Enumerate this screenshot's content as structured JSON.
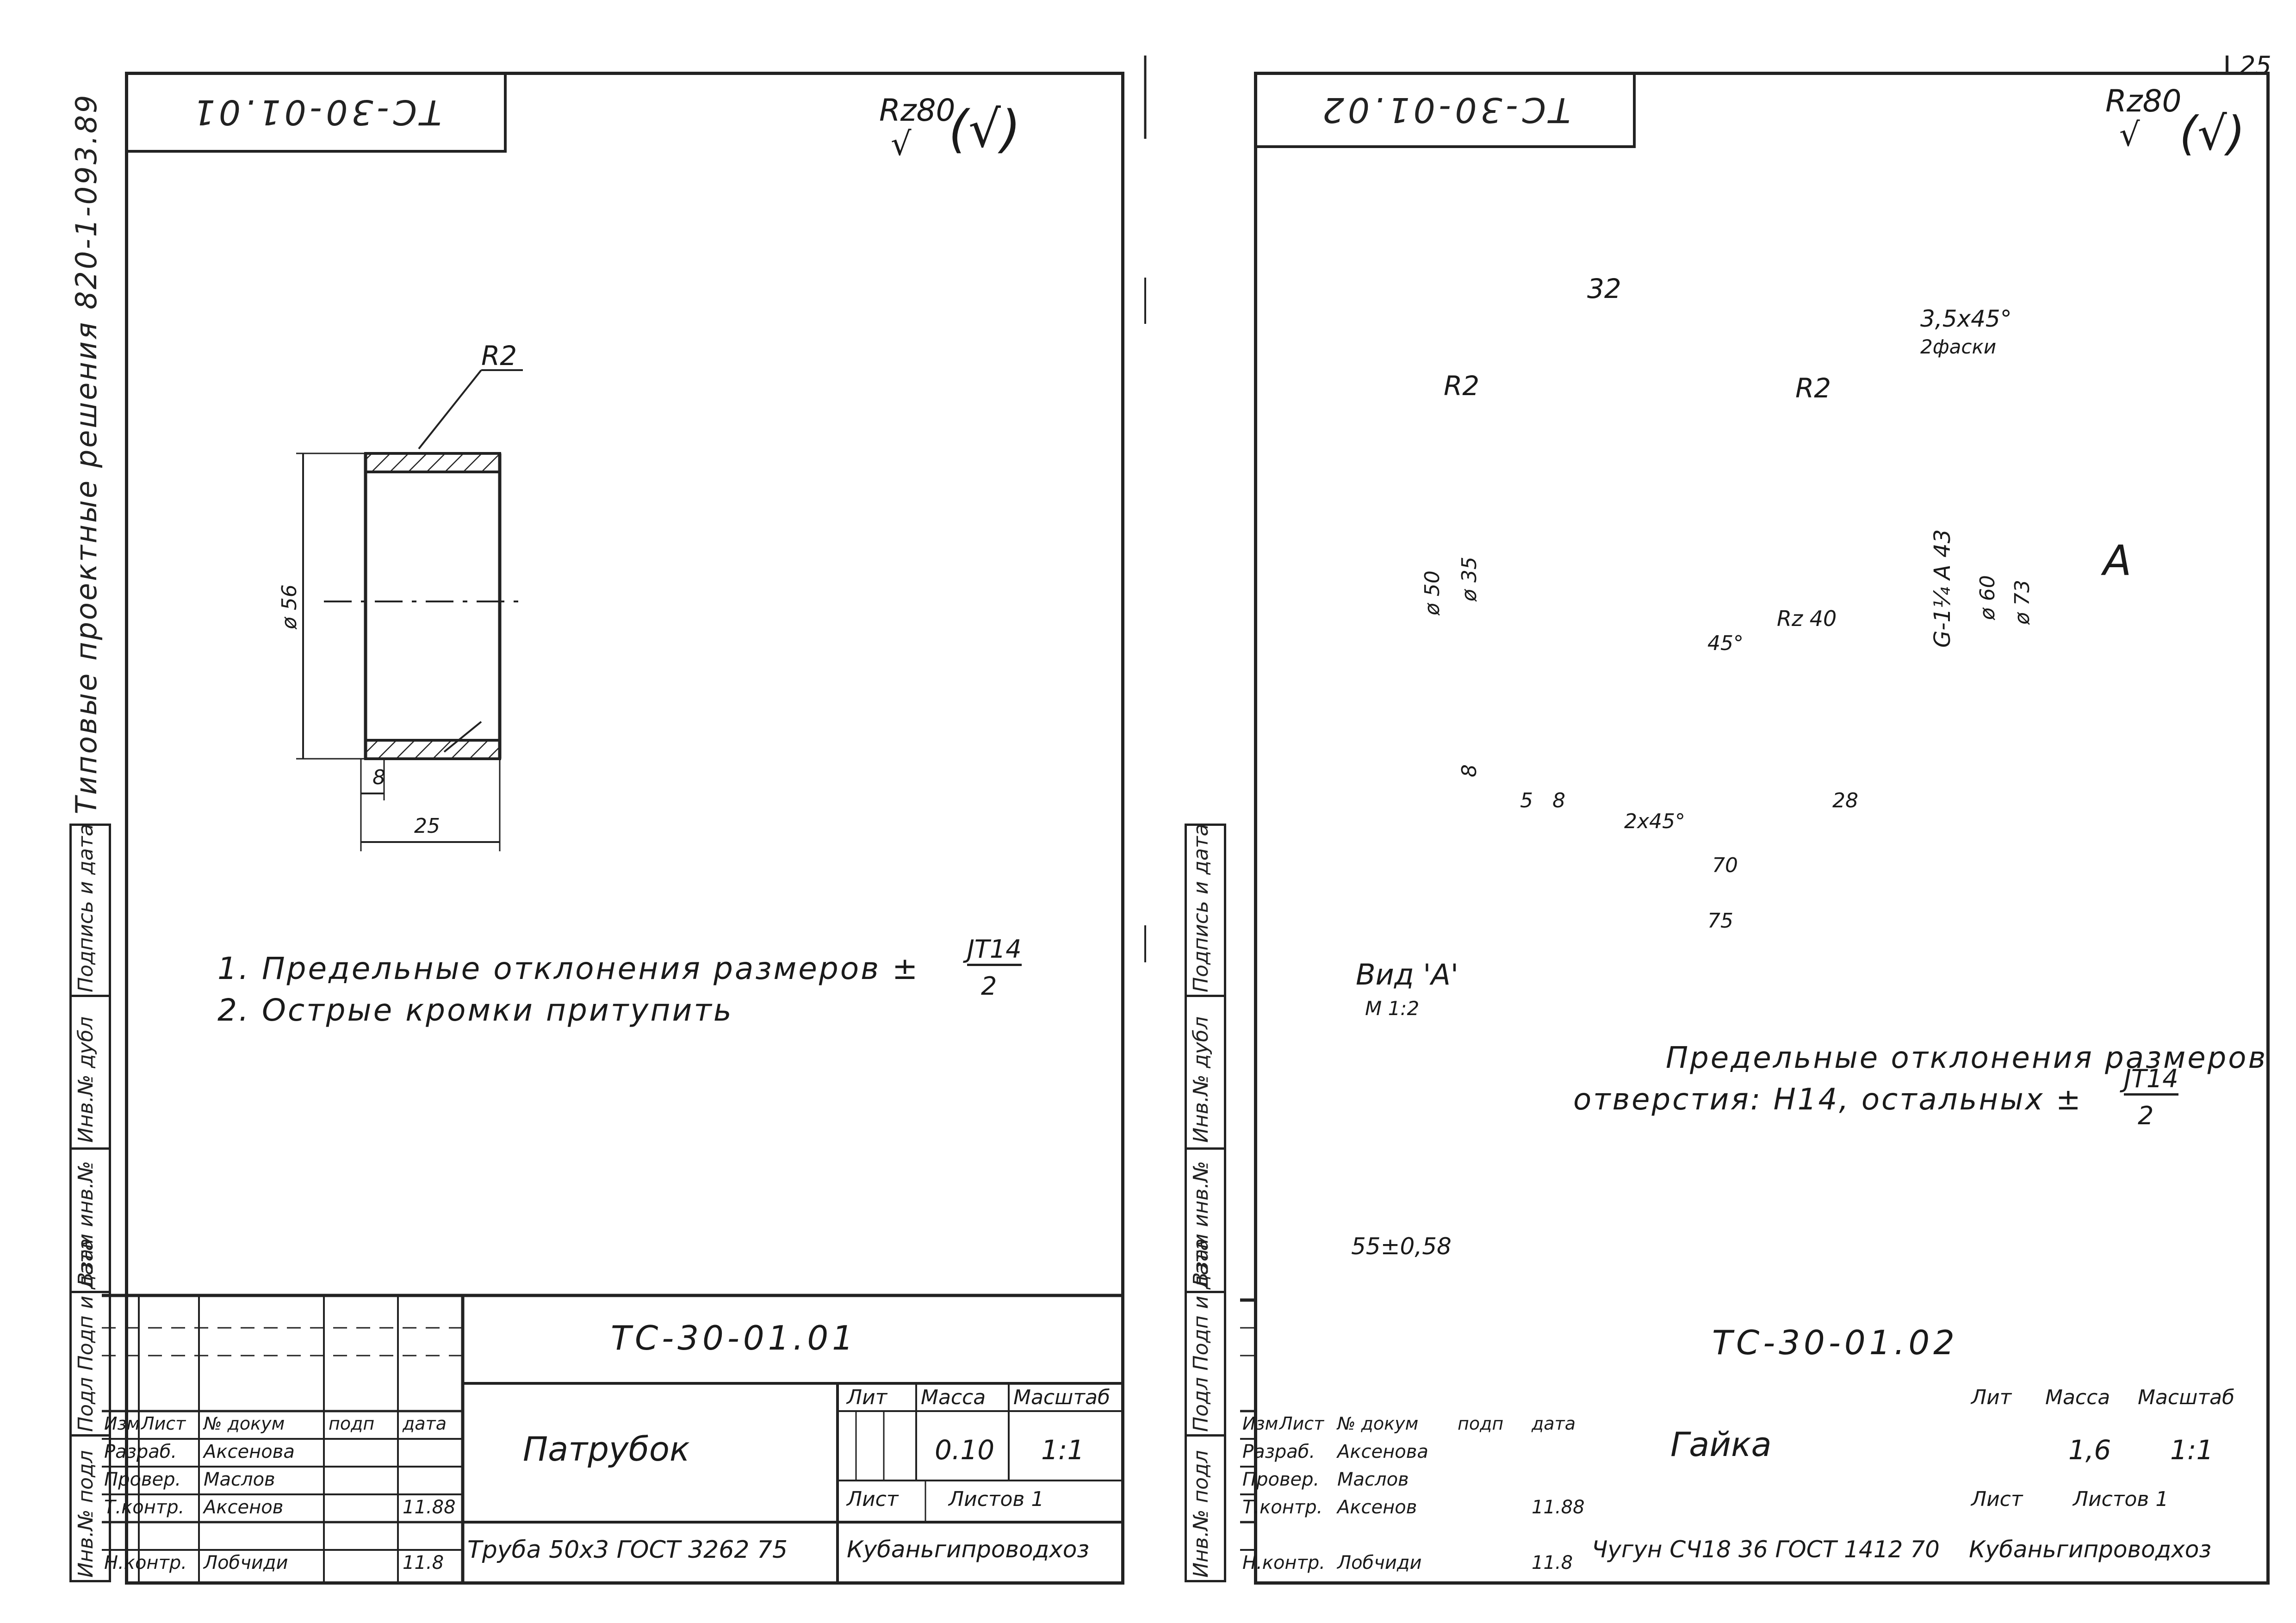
{
  "page_number": "25",
  "series_title": "Типовые проектные решения 820-1-093.89",
  "side_stamp": {
    "zam_inv": "Взам инв.№",
    "inv_dubl": "Инв.№ дубл",
    "podpis_data": "Подпись и дата",
    "podl_podp": "Подл Подп и дата",
    "inv_podl": "Инв.№ подл"
  },
  "left": {
    "mirror_code": "ТС-30-01.01",
    "roughness": "Rz80",
    "roughness_paren": "(√)",
    "dims": {
      "radius": "R2",
      "diameter": "ø 56",
      "chamfer": "8",
      "length": "25"
    },
    "notes": [
      "1. Предельные отклонения размеров ±",
      "2. Острые кромки притупить"
    ],
    "tol_num": "JT14",
    "tol_den": "2",
    "title_block": {
      "designation": "ТС-30-01.01",
      "name": "Патрубок",
      "material": "Труба 50х3 ГОСТ 3262 75",
      "org": "Кубаньгипроводхоз",
      "mass": "0.10",
      "scale": "1:1",
      "lit_label": "Лит",
      "mass_label": "Масса",
      "scale_label": "Масштаб",
      "sheet_label": "Лист",
      "sheets_label": "Листов 1",
      "col_labels": [
        "Изм",
        "Лист",
        "№ докум",
        "подп",
        "дата"
      ],
      "rows": [
        {
          "role": "Разраб.",
          "name": "Аксенова",
          "sign": "",
          "date": ""
        },
        {
          "role": "Провер.",
          "name": "Маслов",
          "sign": "",
          "date": ""
        },
        {
          "role": "Т.контр.",
          "name": "Аксенов",
          "sign": "",
          "date": "11.88"
        },
        {
          "role": "Н.контр.",
          "name": "Лобчиди",
          "sign": "",
          "date": "11.8"
        }
      ]
    }
  },
  "right": {
    "mirror_code": "ТС-30-01.02",
    "roughness": "Rz80",
    "roughness_paren": "(√)",
    "dims": {
      "top": "32",
      "chamfer_note": "3,5х45°",
      "chamfer_sub": "2фаски",
      "r_left": "R2",
      "r_right": "R2",
      "d50": "ø 50",
      "d35": "ø 35",
      "thread": "G-1¼ A 43",
      "d60": "ø 60",
      "d73": "ø 73",
      "angle": "45°",
      "rz": "Rz 40",
      "h8": "8",
      "d5": "5",
      "d8b": "8",
      "chamfer2": "2х45°",
      "d28": "28",
      "d70": "70",
      "d75": "75",
      "view_arrow": "А"
    },
    "view_title": "Вид 'А'",
    "view_scale": "М 1:2",
    "view_dim": "55±0,58",
    "notes_line1": "Предельные отклонения размеров",
    "notes_line2": "отверстия: Н14, остальных ±",
    "tol_num": "JT14",
    "tol_den": "2",
    "title_block": {
      "designation": "ТС-30-01.02",
      "name": "Гайка",
      "material": "Чугун СЧ18 36 ГОСТ 1412 70",
      "org": "Кубаньгипроводхоз",
      "mass": "1,6",
      "scale": "1:1",
      "lit_label": "Лит",
      "mass_label": "Масса",
      "scale_label": "Масштаб",
      "sheet_label": "Лист",
      "sheets_label": "Листов 1",
      "col_labels": [
        "Изм",
        "Лист",
        "№ докум",
        "подп",
        "дата"
      ],
      "rows": [
        {
          "role": "Разраб.",
          "name": "Аксенова",
          "sign": "",
          "date": ""
        },
        {
          "role": "Провер.",
          "name": "Маслов",
          "sign": "",
          "date": ""
        },
        {
          "role": "Т.контр.",
          "name": "Аксенов",
          "sign": "",
          "date": "11.88"
        },
        {
          "role": "Н.контр.",
          "name": "Лобчиди",
          "sign": "",
          "date": "11.8"
        }
      ]
    }
  }
}
